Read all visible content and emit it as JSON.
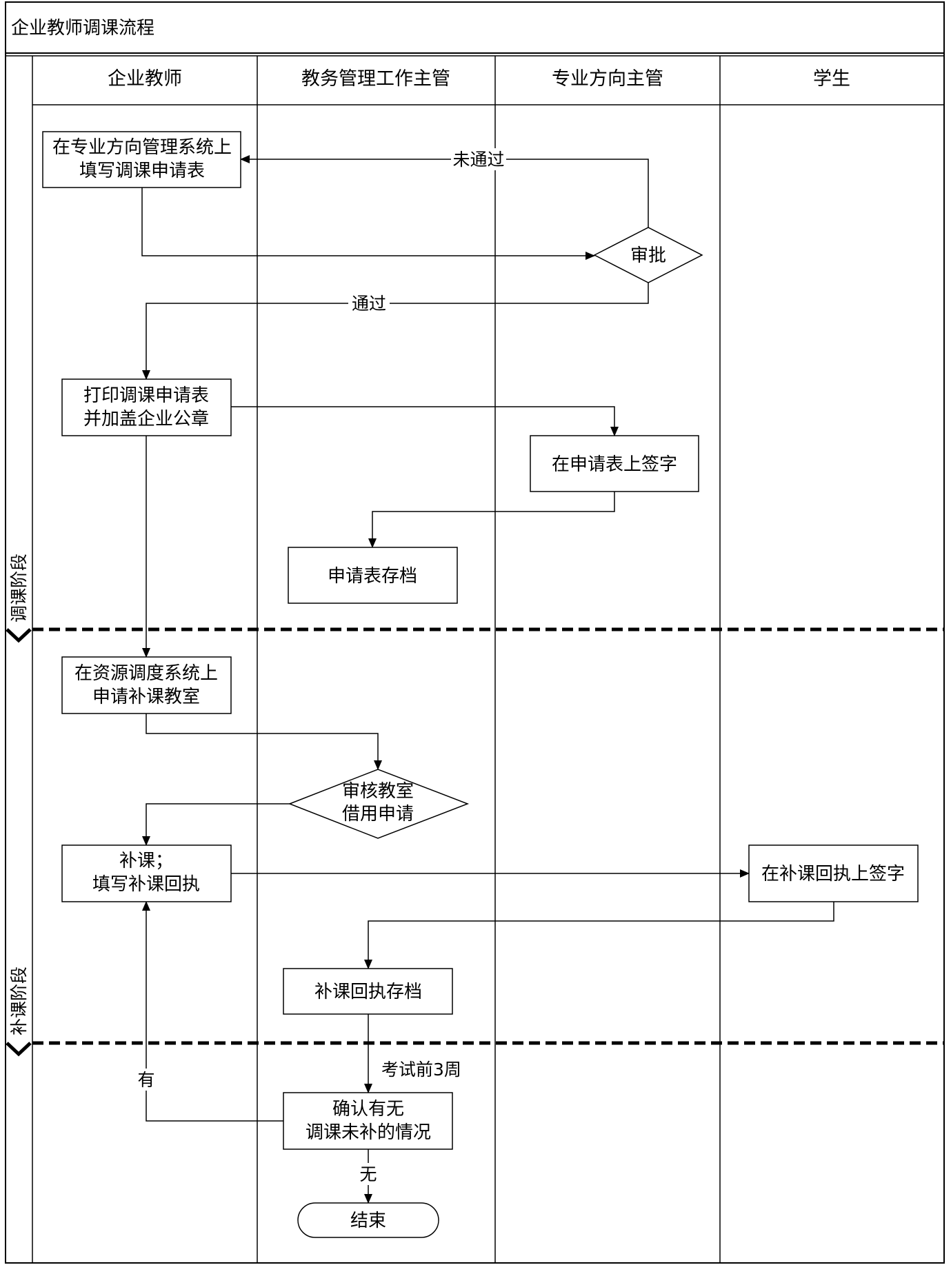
{
  "title": "企业教师调课流程",
  "lanes": [
    "企业教师",
    "教务管理工作主管",
    "专业方向主管",
    "学生"
  ],
  "phases": {
    "adjust": "调课阶段",
    "makeup": "补课阶段"
  },
  "nodes": {
    "fill_form": [
      "在专业方向管理系统上",
      "填写调课申请表"
    ],
    "approve": [
      "审批"
    ],
    "print_form": [
      "打印调课申请表",
      "并加盖企业公章"
    ],
    "sign_form": [
      "在申请表上签字"
    ],
    "archive_form": [
      "申请表存档"
    ],
    "apply_room": [
      "在资源调度系统上",
      "申请补课教室"
    ],
    "review_room": [
      "审核教室",
      "借用申请"
    ],
    "makeup_class": [
      "补课；",
      "填写补课回执"
    ],
    "sign_receipt": [
      "在补课回执上签字"
    ],
    "archive_receipt": [
      "补课回执存档"
    ],
    "confirm": [
      "确认有无",
      "调课未补的情况"
    ],
    "end": [
      "结束"
    ]
  },
  "edge_labels": {
    "not_passed": "未通过",
    "passed": "通过",
    "three_weeks": "考试前3周",
    "yes": "有",
    "no": "无"
  }
}
